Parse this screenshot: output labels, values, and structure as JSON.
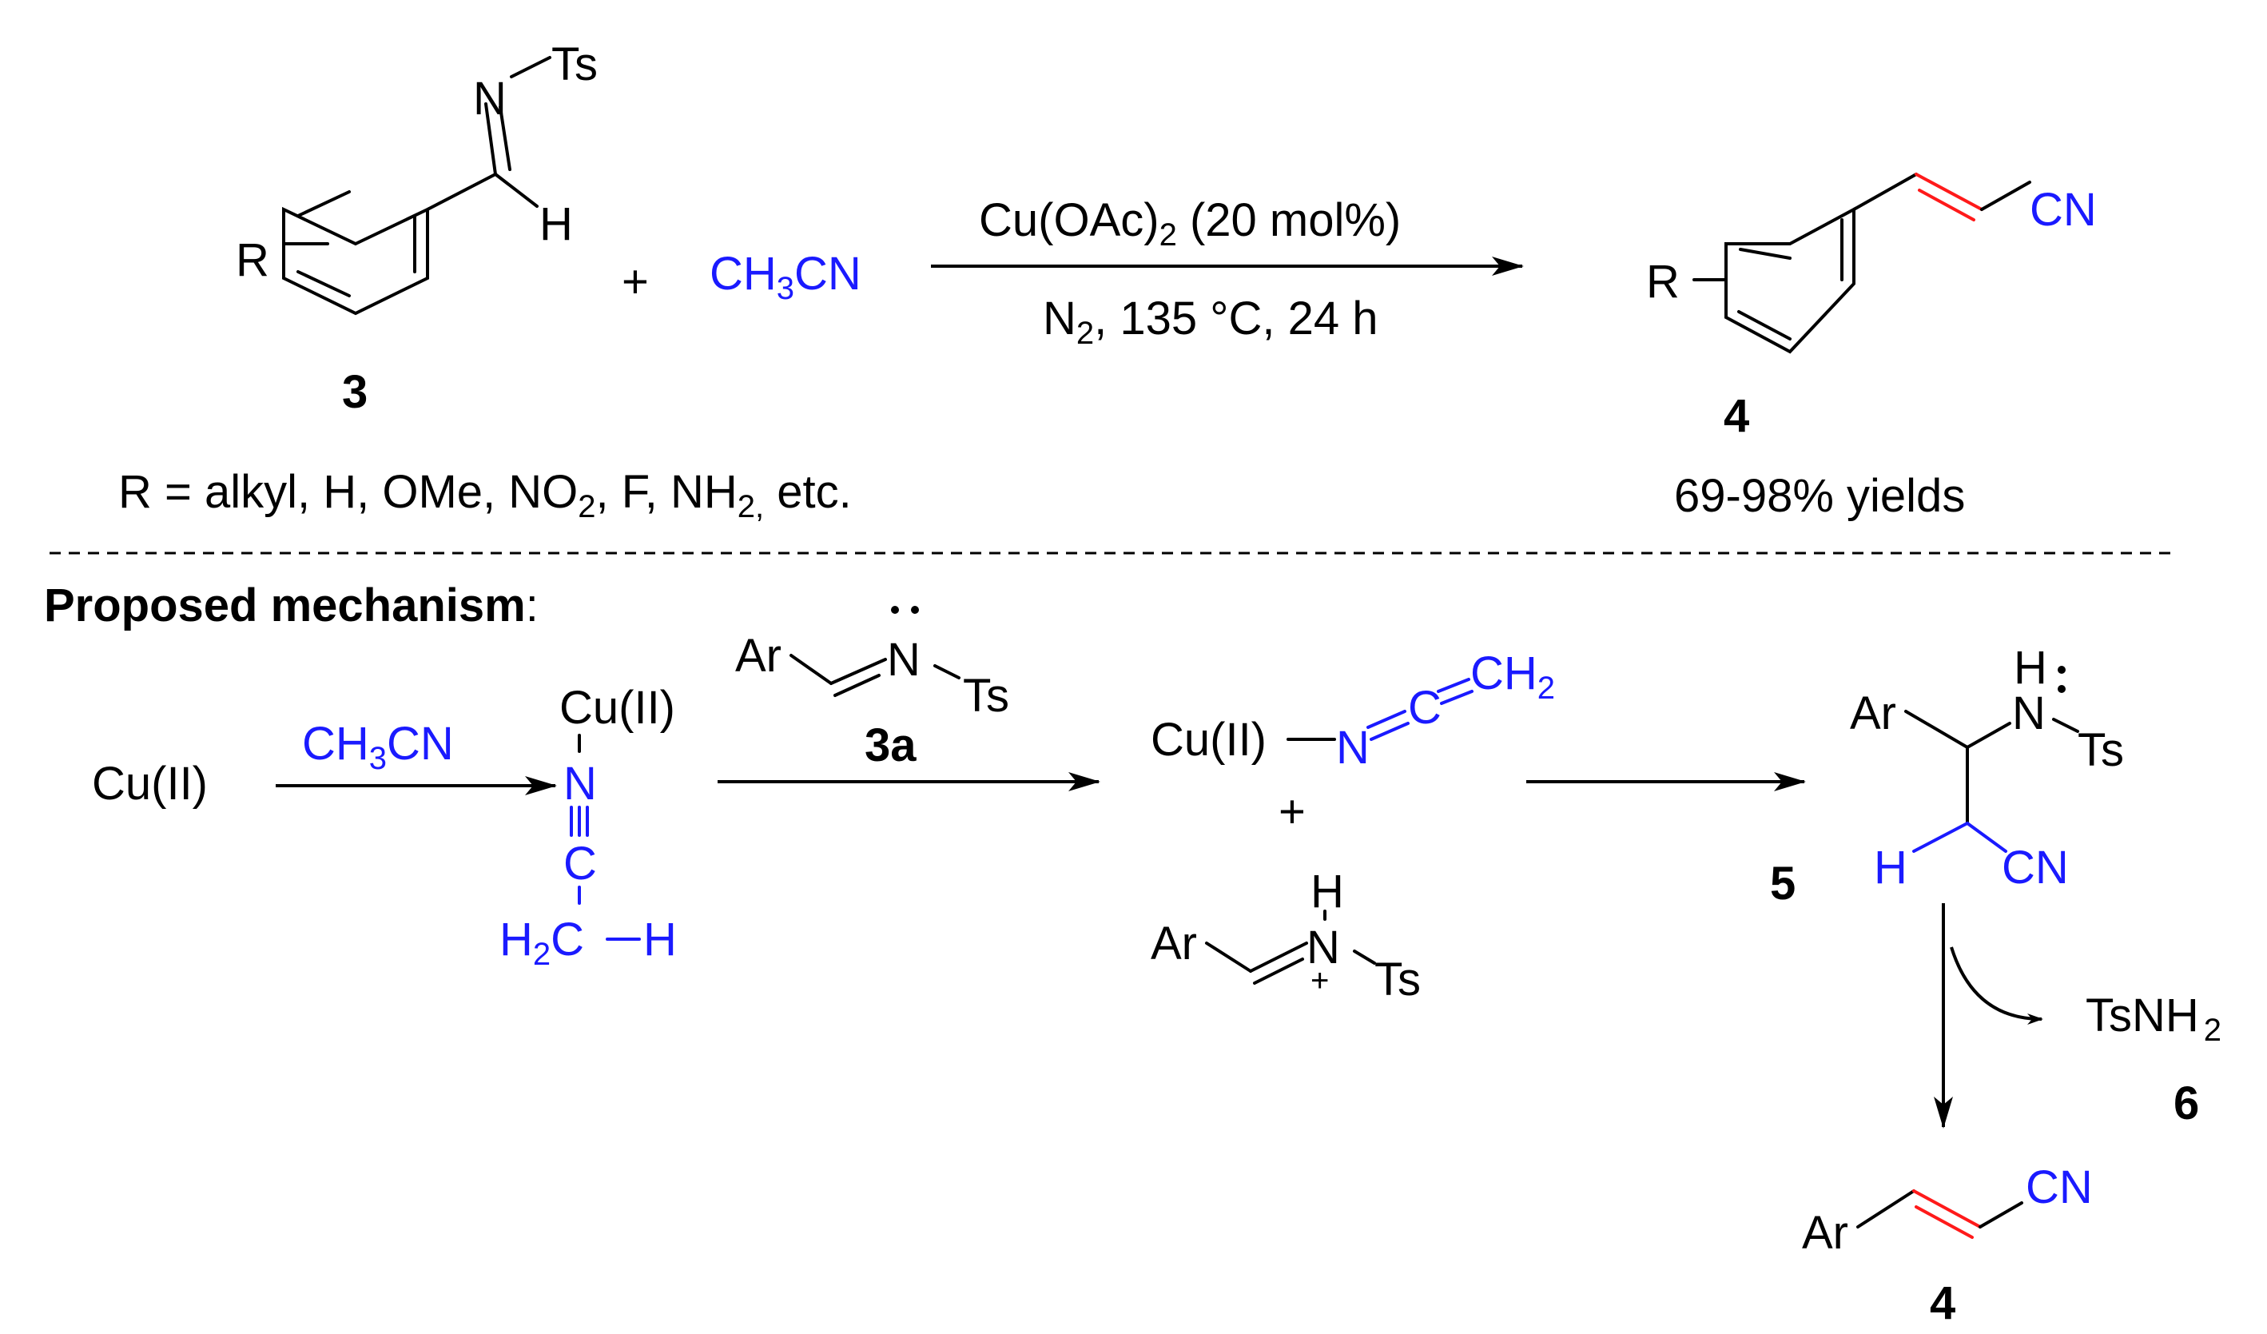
{
  "colors": {
    "black": "#000000",
    "blue": "#1a1aff",
    "red": "#ff1a1a",
    "background": "#ffffff"
  },
  "reaction": {
    "substrate": {
      "label_N": "N",
      "label_Ts": "Ts",
      "label_H": "H",
      "label_R": "R",
      "number": "3"
    },
    "plus": "+",
    "reagent": {
      "pre": "CH",
      "sub": "3",
      "post": "CN"
    },
    "conditions_top": {
      "pre": "Cu(OAc)",
      "sub": "2",
      "post": " (20 mol%)"
    },
    "conditions_bottom": {
      "pre": "N",
      "sub": "2",
      "post": ", 135 °C, 24 h"
    },
    "product": {
      "label_CN": "CN",
      "label_R": "R",
      "number": "4",
      "yield": "69-98% yields"
    },
    "scope": {
      "part1": "R = alkyl, H, OMe, NO",
      "sub1": "2",
      "part2": ", F,  NH",
      "sub2": "2,",
      "part3": " etc."
    }
  },
  "mechanism": {
    "heading": "Proposed mechanism",
    "heading_colon": ":",
    "start": "Cu(II)",
    "step1_reagent": {
      "pre": "CH",
      "sub": "3",
      "post": "CN"
    },
    "complex": {
      "cu": "Cu(II)",
      "n": "N",
      "c": "C",
      "h2": "H",
      "h2_sub": "2",
      "c2": "C",
      "h": "H"
    },
    "imine": {
      "ar": "Ar",
      "n": "N",
      "ts": "Ts",
      "number": "3a"
    },
    "ketenimine": {
      "cu": "Cu(II)",
      "n": "N",
      "c": "C",
      "ch": "CH",
      "ch_sub": "2"
    },
    "plus": "+",
    "iminium": {
      "ar": "Ar",
      "h": "H",
      "n": "N",
      "plus": "+",
      "ts": "Ts"
    },
    "adduct": {
      "h": "H",
      "ar": "Ar",
      "n": "N",
      "ts": "Ts",
      "h_blue": "H",
      "cn": "CN",
      "number": "5"
    },
    "byproduct": {
      "pre": "TsNH",
      "sub": "2",
      "number": "6"
    },
    "final": {
      "ar": "Ar",
      "cn": "CN",
      "number": "4"
    }
  }
}
